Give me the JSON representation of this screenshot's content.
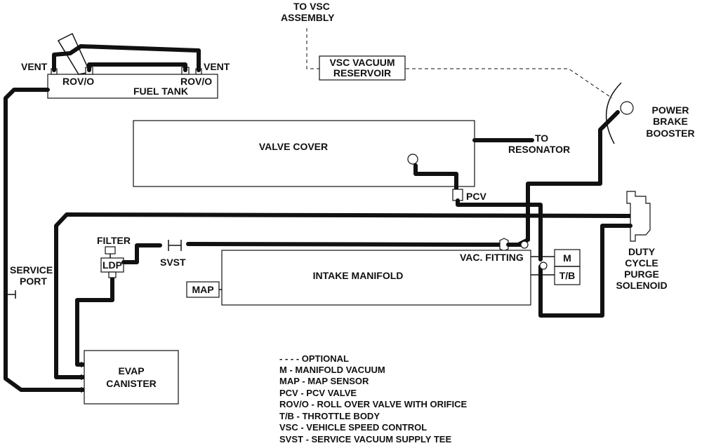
{
  "labels": {
    "to_vsc_assembly_1": "TO VSC",
    "to_vsc_assembly_2": "ASSEMBLY",
    "vsc_vacuum_reservoir_1": "VSC VACUUM",
    "vsc_vacuum_reservoir_2": "RESERVOIR",
    "power_brake_booster_1": "POWER",
    "power_brake_booster_2": "BRAKE",
    "power_brake_booster_3": "BOOSTER",
    "vent_left": "VENT",
    "vent_right": "VENT",
    "rovo_left": "ROV/O",
    "rovo_right": "ROV/O",
    "fuel_tank": "FUEL TANK",
    "valve_cover": "VALVE COVER",
    "to_resonator_1": "TO",
    "to_resonator_2": "RESONATOR",
    "pcv": "PCV",
    "filter": "FILTER",
    "ldp": "LDP",
    "svst": "SVST",
    "vac_fitting": "VAC. FITTING",
    "m": "M",
    "tb": "T/B",
    "intake_manifold": "INTAKE MANIFOLD",
    "map": "MAP",
    "service_port_1": "SERVICE",
    "service_port_2": "PORT",
    "duty_cycle_1": "DUTY",
    "duty_cycle_2": "CYCLE",
    "duty_cycle_3": "PURGE",
    "duty_cycle_4": "SOLENOID",
    "evap_canister_1": "EVAP",
    "evap_canister_2": "CANISTER"
  },
  "legend": [
    "- - - - OPTIONAL",
    "M - MANIFOLD VACUUM",
    "MAP - MAP SENSOR",
    "PCV - PCV VALVE",
    "ROV/O - ROLL OVER VALVE WITH ORIFICE",
    "T/B - THROTTLE BODY",
    "VSC - VEHICLE SPEED CONTROL",
    "SVST - SERVICE VACUUM SUPPLY TEE"
  ]
}
